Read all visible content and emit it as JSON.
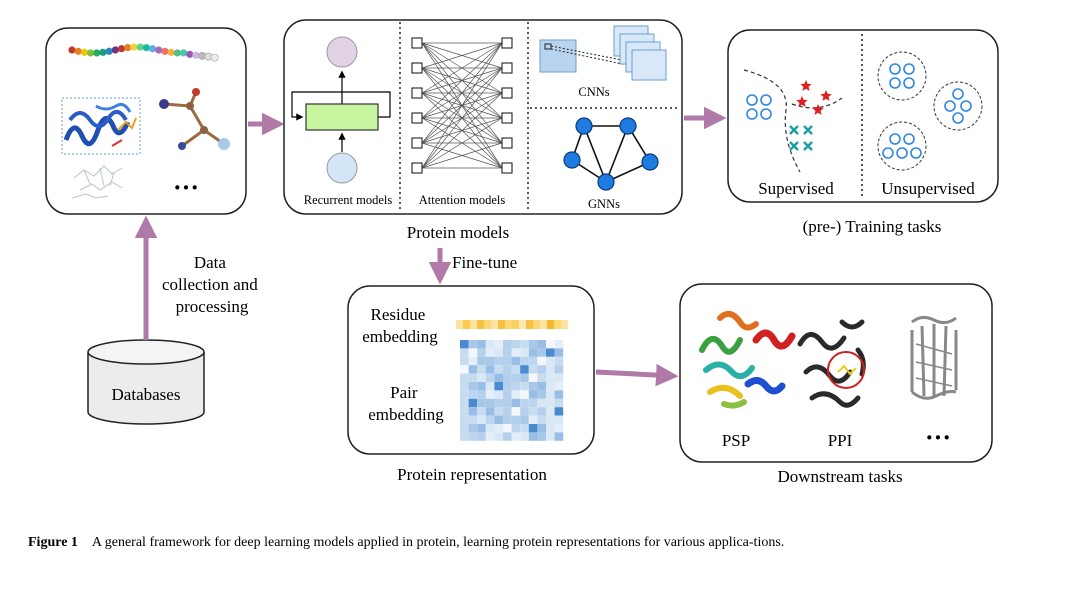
{
  "labels": {
    "data_collection": [
      "Data",
      "collection and",
      "processing"
    ],
    "databases": "Databases",
    "recurrent_models": "Recurrent models",
    "attention_models": "Attention models",
    "cnns": "CNNs",
    "gnns": "GNNs",
    "protein_models": "Protein models",
    "supervised": "Supervised",
    "unsupervised": "Unsupervised",
    "training_tasks": "(pre-) Training tasks",
    "fine_tune": "Fine-tune",
    "residue_embedding": [
      "Residue",
      "embedding"
    ],
    "pair_embedding": [
      "Pair",
      "embedding"
    ],
    "protein_representation": "Protein representation",
    "psp": "PSP",
    "ppi": "PPI",
    "downstream_tasks": "Downstream tasks",
    "ellipsis": "···"
  },
  "caption": {
    "figure_label": "Figure 1",
    "text": "A general framework for deep learning models applied in protein, learning protein representations for various applica-tions."
  },
  "colors": {
    "arrow": "#b07aa8",
    "node_blue": "#1e7be0",
    "ring_blue": "#2f86e6",
    "star_red": "#e02020",
    "cross_teal": "#1aa0a0",
    "rnn_cell": "#c8f5a0",
    "rnn_top": "#e2d2e6",
    "rnn_bottom": "#d2e6f8"
  }
}
